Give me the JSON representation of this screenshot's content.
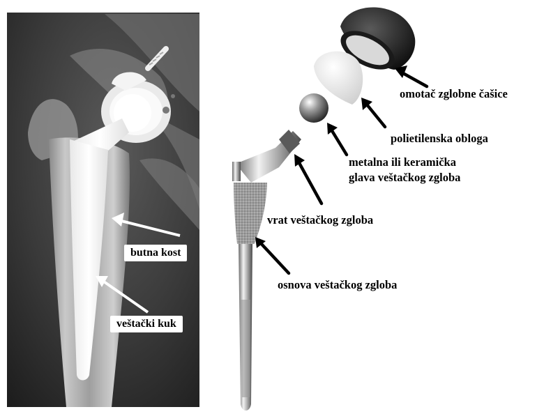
{
  "xray": {
    "labels": {
      "femur": "butna kost",
      "implant": "veštački kuk"
    }
  },
  "components": {
    "cup_shell": "omotač zglobne čašice",
    "liner": "polietilenska obloga",
    "head_line1": "metalna  ili keramička",
    "head_line2": "glava veštačkog zgloba",
    "neck": "vrat veštačkog zgloba",
    "stem": "osnova veštačkog zgloba"
  }
}
